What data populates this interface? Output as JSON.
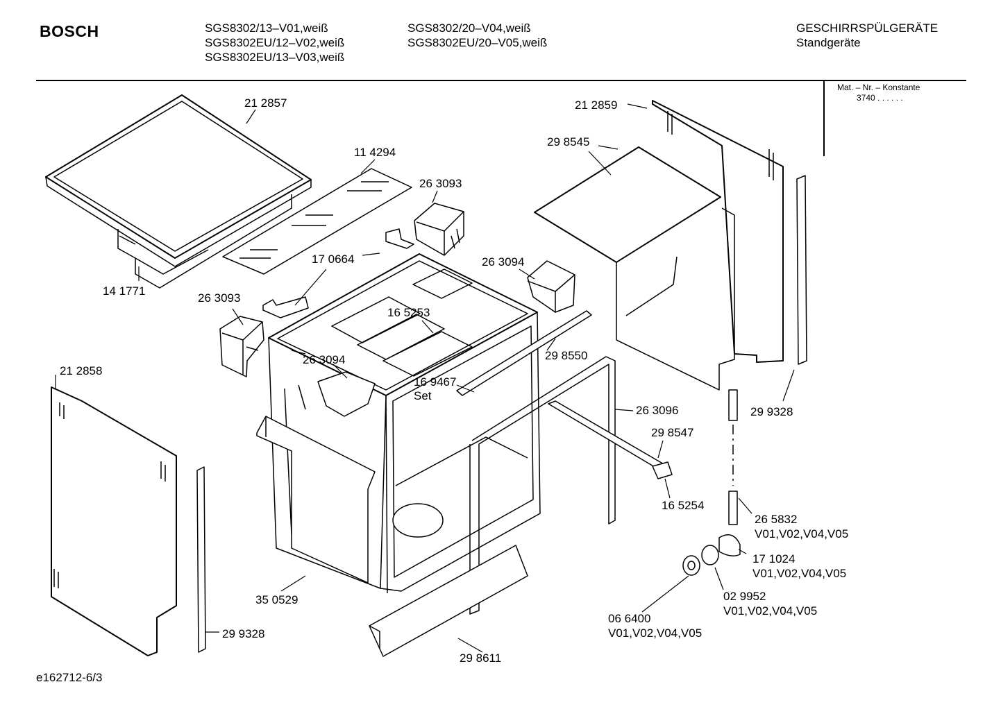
{
  "header": {
    "brand": "BOSCH",
    "models_col1": [
      "SGS8302/13–V01,weiß",
      "SGS8302EU/12–V02,weiß",
      "SGS8302EU/13–V03,weiß"
    ],
    "models_col2": [
      "SGS8302/20–V04,weiß",
      "SGS8302EU/20–V05,weiß"
    ],
    "category": "GESCHIRRSPÜLGERÄTE",
    "subcategory": "Standgeräte",
    "mat_label": "Mat. – Nr. – Konstante",
    "mat_value": "3740  .  .    .  .  .  ."
  },
  "parts": {
    "p212857": "21 2857",
    "p114294": "11 4294",
    "p263093a": "26 3093",
    "p170664": "17 0664",
    "p141771": "14 1771",
    "p263093b": "26 3093",
    "p263094a": "26 3094",
    "p165253": "16 5253",
    "p263094b": "26 3094",
    "p212859": "21 2859",
    "p298545": "29 8545",
    "p298550": "29 8550",
    "p169467": "16 9467",
    "p169467_set": "Set",
    "p212858": "21 2858",
    "p263096": "26 3096",
    "p299328a": "29 9328",
    "p298547": "29 8547",
    "p165254": "16 5254",
    "p265832": "26 5832",
    "p265832_v": "V01,V02,V04,V05",
    "p171024": "17 1024",
    "p171024_v": "V01,V02,V04,V05",
    "p029952": "02 9952",
    "p029952_v": "V01,V02,V04,V05",
    "p066400": "06 6400",
    "p066400_v": "V01,V02,V04,V05",
    "p350529": "35 0529",
    "p299328b": "29 9328",
    "p298611": "29 8611"
  },
  "footer": {
    "code": "e162712-6/3"
  }
}
